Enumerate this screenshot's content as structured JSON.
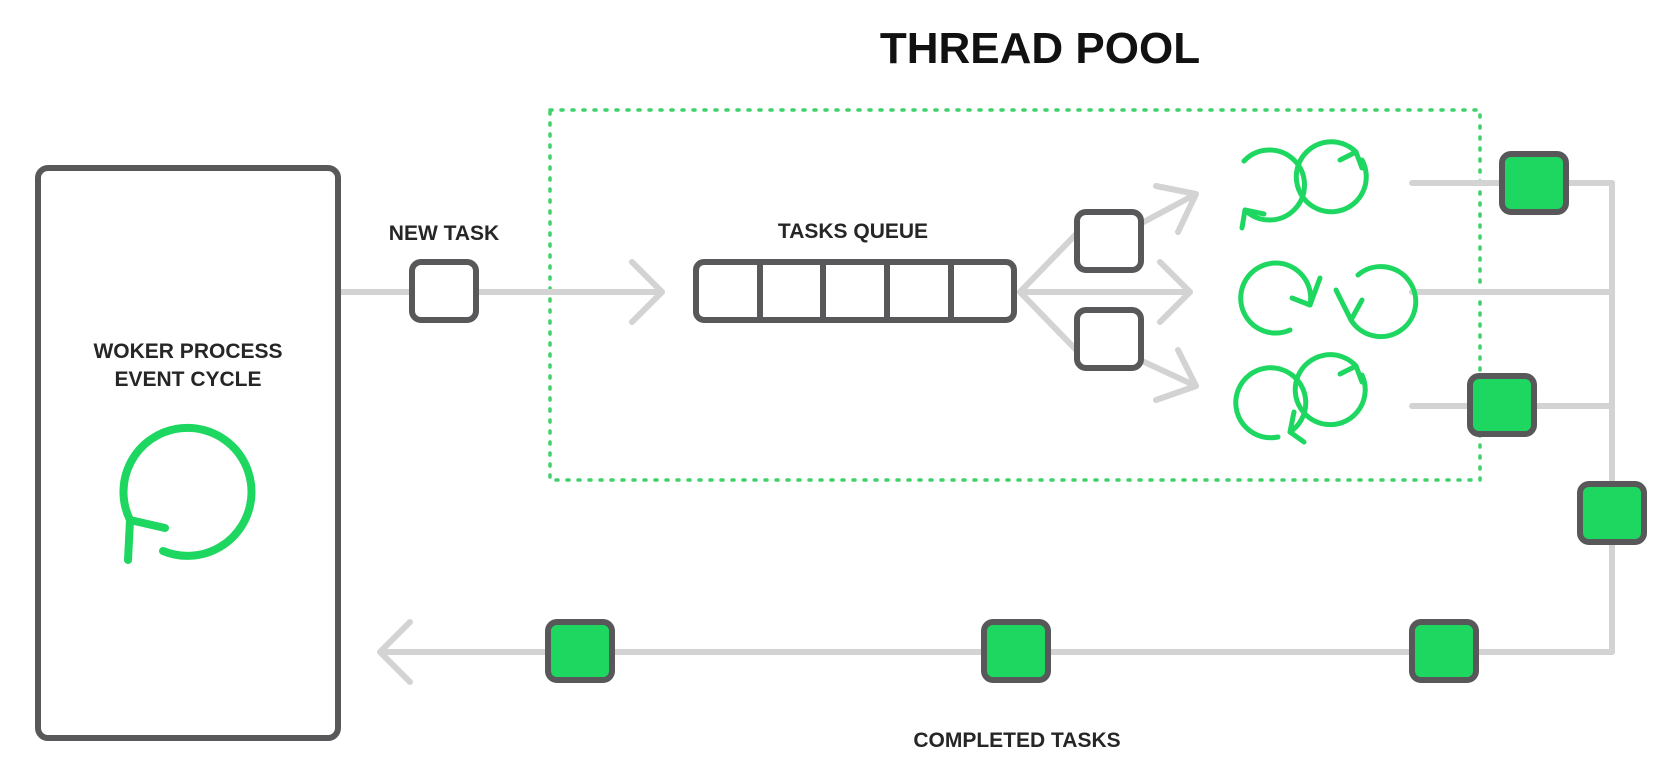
{
  "title": "THREAD POOL",
  "labels": {
    "worker_line1": "WOKER PROCESS",
    "worker_line2": "EVENT CYCLE",
    "new_task": "NEW TASK",
    "tasks_queue": "TASKS QUEUE",
    "completed_tasks": "COMPLETED TASKS"
  },
  "colors": {
    "accent_green": "#1ed760",
    "box_outline": "#58585a",
    "connector_gray": "#d3d3d3",
    "pool_border": "#3fd16a"
  },
  "icons": {
    "event_cycle": "refresh-icon",
    "thread": "refresh-icon"
  }
}
